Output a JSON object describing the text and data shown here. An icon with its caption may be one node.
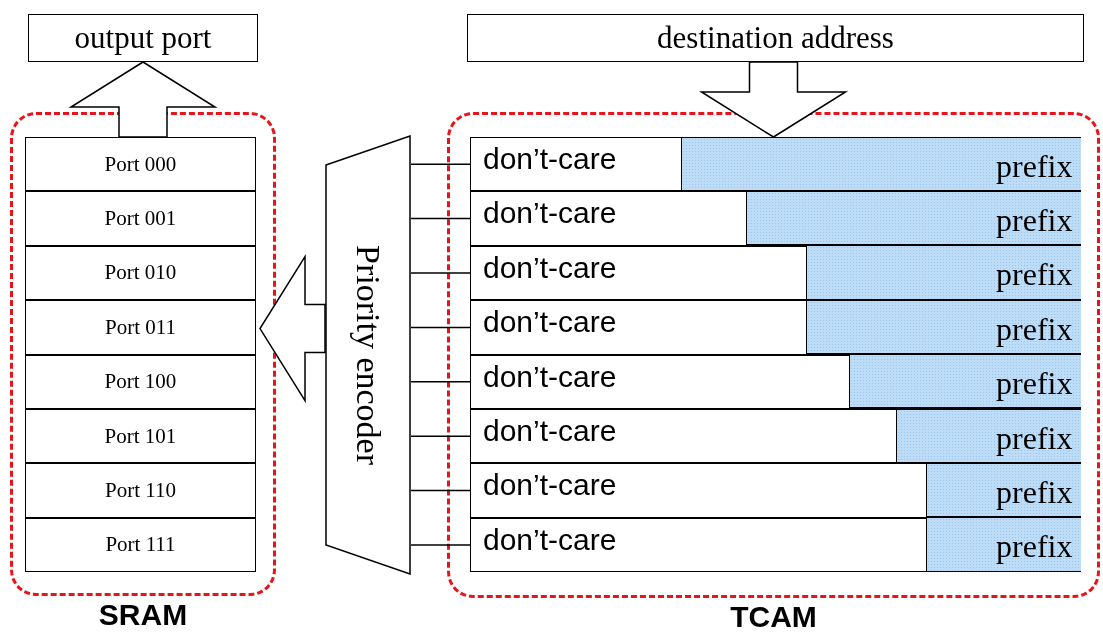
{
  "diagram": {
    "nodes": [
      {
        "text": [
          "output port"
        ]
      },
      {
        "text": [
          "destination address"
        ]
      },
      {
        "text": [
          "SRAM"
        ]
      },
      {
        "text": [
          "Port 000"
        ],
        "in": 2
      },
      {
        "text": [
          "Port 001"
        ],
        "in": 2
      },
      {
        "text": [
          "Port 010"
        ],
        "in": 2
      },
      {
        "text": [
          "Port 011"
        ],
        "in": 2
      },
      {
        "text": [
          "Port 100"
        ],
        "in": 2
      },
      {
        "text": [
          "Port 101"
        ],
        "in": 2
      },
      {
        "text": [
          "Port 110"
        ],
        "in": 2
      },
      {
        "text": [
          "Port 111"
        ],
        "in": 2
      },
      {
        "text": [
          "Priority encoder"
        ]
      },
      {
        "text": [
          "TCAM"
        ]
      },
      {
        "text": [
          "don’t-care",
          "prefix"
        ],
        "in": 12
      },
      {
        "text": [
          "don’t-care",
          "prefix"
        ],
        "in": 12
      },
      {
        "text": [
          "don’t-care",
          "prefix"
        ],
        "in": 12
      },
      {
        "text": [
          "don’t-care",
          "prefix"
        ],
        "in": 12
      },
      {
        "text": [
          "don’t-care",
          "prefix"
        ],
        "in": 12
      },
      {
        "text": [
          "don’t-care",
          "prefix"
        ],
        "in": 12
      },
      {
        "text": [
          "don’t-care",
          "prefix"
        ],
        "in": 12
      },
      {
        "text": [
          "don’t-care",
          "prefix"
        ],
        "in": 12
      }
    ],
    "edges": [
      {
        "from": 2,
        "to": 0,
        "arrow": "to"
      },
      {
        "from": 1,
        "to": 12,
        "arrow": "to"
      },
      {
        "from": 11,
        "to": 2,
        "arrow": "to"
      },
      {
        "from": 13,
        "to": 11,
        "arrow": "none"
      },
      {
        "from": 14,
        "to": 11,
        "arrow": "none"
      },
      {
        "from": 15,
        "to": 11,
        "arrow": "none"
      },
      {
        "from": 16,
        "to": 11,
        "arrow": "none"
      },
      {
        "from": 17,
        "to": 11,
        "arrow": "none"
      },
      {
        "from": 18,
        "to": 11,
        "arrow": "none"
      },
      {
        "from": 19,
        "to": 11,
        "arrow": "none"
      },
      {
        "from": 20,
        "to": 11,
        "arrow": "none"
      }
    ]
  }
}
